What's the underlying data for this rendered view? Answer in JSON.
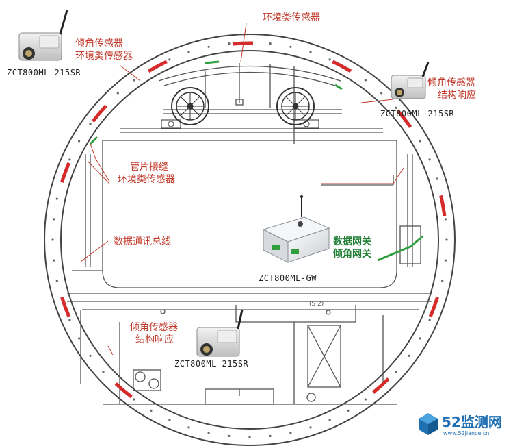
{
  "labels": {
    "top_env": "环境类传感器",
    "tilt_1": "倾角传感器",
    "env_1": "环境类传感器",
    "model_top_left": "ZCT800ML-215SR",
    "tilt_2": "倾角传感器",
    "struct_2": "结构响应",
    "model_top_right": "ZCT800ML-215SR",
    "seam": "管片接缝",
    "env_2": "环境类传感器",
    "bus": "数据通讯总线",
    "gateway_1": "数据网关",
    "gateway_2": "倾角网关",
    "model_gateway": "ZCT800ML-GW",
    "tilt_3": "倾角传感器",
    "struct_3": "结构响应",
    "model_bottom": "ZCT800ML-215SR",
    "marking": "(S 2)"
  },
  "brand": {
    "name": "52监测网",
    "url": "www.52jiance.cn"
  },
  "colors": {
    "sensor_red": "#d62b2b",
    "network_green": "#2e9e3e",
    "label_red": "#c0392b",
    "brand_blue": "#1f6fb2"
  }
}
